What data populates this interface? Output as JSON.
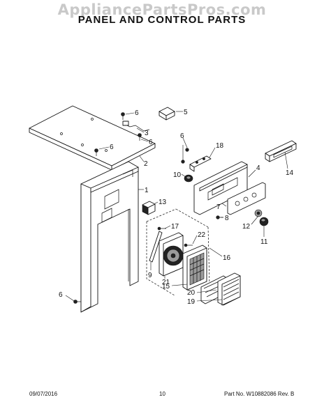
{
  "watermark": "AppliancePartsPros.com",
  "title": "PANEL AND CONTROL PARTS",
  "callouts": [
    "6",
    "5",
    "3",
    "6",
    "6",
    "2",
    "6",
    "18",
    "10",
    "4",
    "14",
    "1",
    "13",
    "7",
    "8",
    "12",
    "17",
    "22",
    "11",
    "9",
    "21",
    "16",
    "15",
    "20",
    "19",
    "6"
  ],
  "footer": {
    "date": "09/07/2016",
    "page": "10",
    "part": "Part No.  W10882086  Rev. B"
  }
}
